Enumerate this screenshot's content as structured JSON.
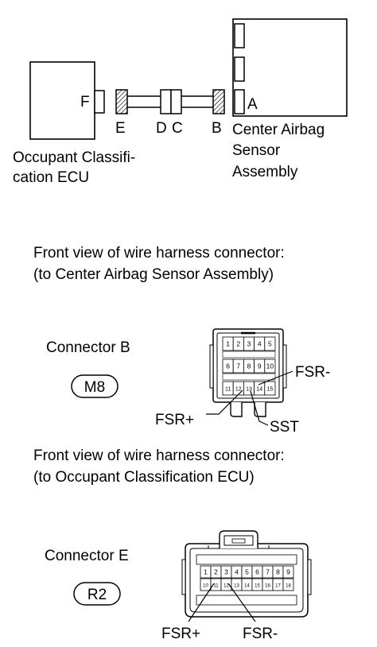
{
  "top_diagram": {
    "ecu_label_line1": "Occupant Classifi-",
    "ecu_label_line2": "cation ECU",
    "sensor_label_line1": "Center Airbag",
    "sensor_label_line2": "Sensor",
    "sensor_label_line3": "Assembly",
    "connector_F": "F",
    "connector_E": "E",
    "connector_D": "D",
    "connector_C": "C",
    "connector_B": "B",
    "connector_A": "A"
  },
  "section_b": {
    "heading_line1": "Front view of wire harness connector:",
    "heading_line2": "(to Center Airbag Sensor Assembly)",
    "connector_title": "Connector B",
    "connector_code": "M8",
    "pins_row1": [
      "1",
      "2",
      "3",
      "4",
      "5"
    ],
    "pins_row2": [
      "6",
      "7",
      "8",
      "9",
      "10"
    ],
    "pins_row3": [
      "11",
      "12",
      "13",
      "14",
      "15"
    ],
    "label_fsr_minus": "FSR-",
    "label_fsr_plus": "FSR+",
    "label_sst": "SST"
  },
  "section_e": {
    "heading_line1": "Front view of wire harness connector:",
    "heading_line2": "(to Occupant Classification ECU)",
    "connector_title": "Connector E",
    "connector_code": "R2",
    "pins_row1": [
      "1",
      "2",
      "3",
      "4",
      "5",
      "6",
      "7",
      "8",
      "9"
    ],
    "pins_row2": [
      "10",
      "11",
      "12",
      "13",
      "14",
      "15",
      "16",
      "17",
      "18"
    ],
    "label_fsr_plus": "FSR+",
    "label_fsr_minus": "FSR-"
  }
}
